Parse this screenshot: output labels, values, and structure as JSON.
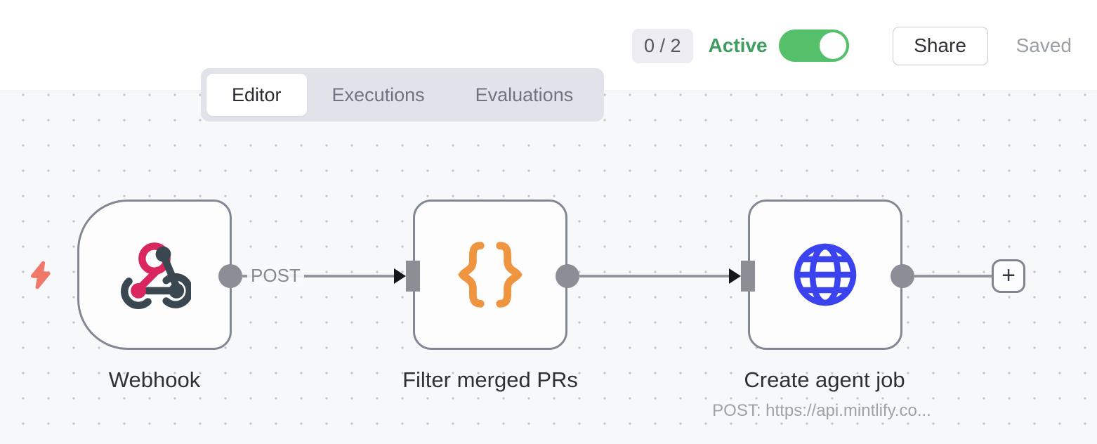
{
  "header": {
    "badge": "0 / 2",
    "active_label": "Active",
    "toggle_state": "on",
    "share_label": "Share",
    "saved_label": "Saved"
  },
  "tabs": [
    {
      "label": "Editor",
      "active": true
    },
    {
      "label": "Executions",
      "active": false
    },
    {
      "label": "Evaluations",
      "active": false
    }
  ],
  "workflow": {
    "nodes": [
      {
        "name": "Webhook",
        "icon": "webhook-icon",
        "shape": "trigger-rounded-left"
      },
      {
        "name": "Filter merged PRs",
        "icon": "code-braces-icon",
        "shape": "square"
      },
      {
        "name": "Create agent job",
        "icon": "globe-icon",
        "shape": "square",
        "subtitle": "POST: https://api.mintlify.co..."
      }
    ],
    "webhook_output_label": "POST",
    "add_node_label": "+"
  },
  "colors": {
    "active_green": "#3d9e60",
    "toggle_green": "#55c06a",
    "webhook_pink": "#d9265f",
    "webhook_dark": "#3a4750",
    "code_orange": "#f0953f",
    "globe_blue": "#3b43ee",
    "bolt_coral": "#f0786a",
    "node_border_gray": "#828893",
    "canvas_bg": "#f7f8fa"
  }
}
